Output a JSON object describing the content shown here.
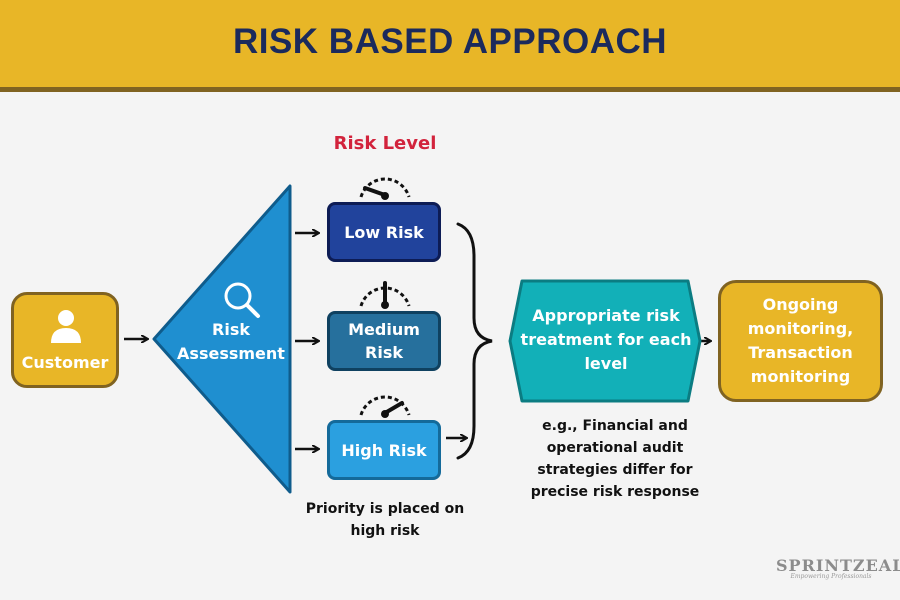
{
  "title": "RISK BASED APPROACH",
  "risk_level_title": "Risk Level",
  "customer": {
    "label": "Customer",
    "icon": "user-icon"
  },
  "assessment": {
    "label": "Risk Assessment",
    "icon": "magnifier-icon"
  },
  "risk_levels": [
    {
      "label": "Low Risk",
      "color": "#21439c"
    },
    {
      "label": "Medium Risk",
      "color": "#26709d"
    },
    {
      "label": "High Risk",
      "color": "#2ba0e0"
    }
  ],
  "priority_note": "Priority is placed on high risk",
  "treatment": {
    "label": "Appropriate risk treatment for each level",
    "color": "#12b0b8"
  },
  "treatment_note": "e.g., Financial and operational audit strategies differ for precise risk response",
  "monitoring": {
    "label": "Ongoing monitoring, Transaction monitoring"
  },
  "logo": {
    "name": "SPRINTZEAL",
    "tagline": "Empowering Professionals"
  },
  "colors": {
    "header": "#e8b627",
    "title": "#1b2a5c",
    "accent_red": "#d2233c",
    "triangle": "#1f8fd0"
  }
}
